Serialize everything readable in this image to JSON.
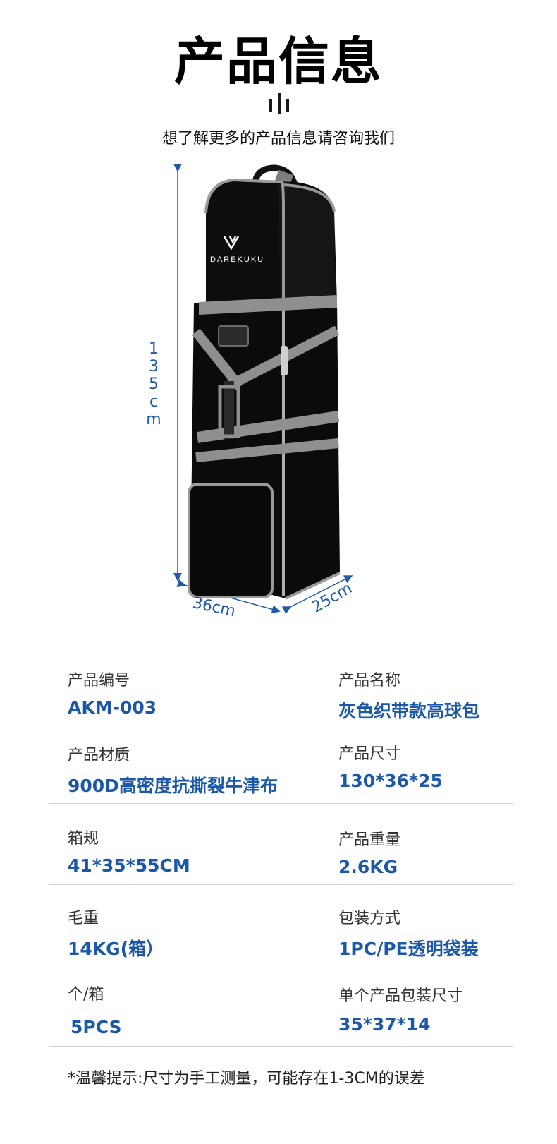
{
  "header": {
    "title": "产品信息",
    "subtitle": "想了解更多的产品信息请咨询我们"
  },
  "product": {
    "brand": "DAREKUKU",
    "dimensions": {
      "height": [
        "1",
        "3",
        "5",
        "c",
        "m"
      ],
      "width": "36cm",
      "depth": "25cm"
    }
  },
  "specs": [
    {
      "label": "产品编号",
      "value": "AKM-003"
    },
    {
      "label": "产品名称",
      "value": "灰色织带款高球包"
    },
    {
      "label": "产品材质",
      "value": "900D高密度抗撕裂牛津布"
    },
    {
      "label": "产品尺寸",
      "value": "130*36*25"
    },
    {
      "label": "箱规",
      "value": " 41*35*55CM"
    },
    {
      "label": "产品重量",
      "value": "2.6KG"
    },
    {
      "label": "毛重",
      "value": "14KG(箱）"
    },
    {
      "label": "包装方式",
      "value": "1PC/PE透明袋装"
    },
    {
      "label": "个/箱",
      "value": "5PCS"
    },
    {
      "label": "单个产品包装尺寸",
      "value": "35*37*14"
    }
  ],
  "footnote": "*温馨提示:尺寸为手工测量，可能存在1-3CM的误差",
  "colors": {
    "accent": "#1c58a8",
    "bag_body": "#0d0d0d",
    "strap": "#8f8f8f"
  }
}
